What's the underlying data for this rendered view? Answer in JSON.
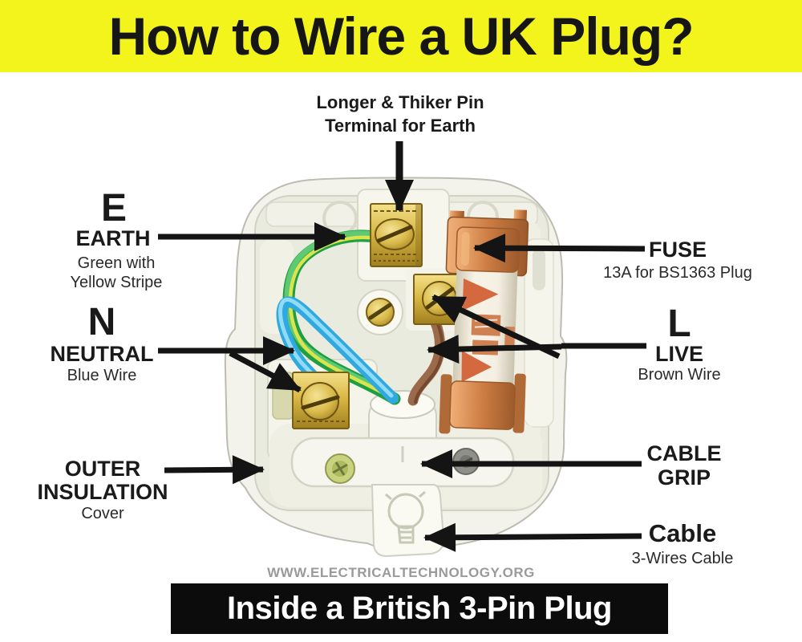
{
  "title": {
    "text": "How to Wire a UK Plug?"
  },
  "annotations": {
    "earth_pin_terminal": {
      "line1": "Longer & Thiker Pin",
      "line2": "Terminal for Earth"
    },
    "earth": {
      "symbol": "E",
      "name": "EARTH",
      "desc_line1": "Green with",
      "desc_line2": "Yellow Stripe"
    },
    "neutral": {
      "symbol": "N",
      "name": "NEUTRAL",
      "desc": "Blue Wire"
    },
    "outer_insulation": {
      "name_line1": "OUTER",
      "name_line2": "INSULATION",
      "desc": "Cover"
    },
    "fuse": {
      "name": "FUSE",
      "desc": "13A for BS1363 Plug"
    },
    "live": {
      "symbol": "L",
      "name": "LIVE",
      "desc": "Brown Wire"
    },
    "cable_grip": {
      "name_line1": "CABLE",
      "name_line2": "GRIP"
    },
    "cable": {
      "name": "Cable",
      "desc": "3-Wires Cable"
    }
  },
  "footer": {
    "website": "WWW.ELECTRICALTECHNOLOGY.ORG",
    "banner_text": "Inside a British 3-Pin Plug"
  },
  "colors": {
    "title_banner_bg": "#f2f41c",
    "title_text": "#161616",
    "footer_banner_bg": "#0c0c0c",
    "footer_banner_text": "#ffffff",
    "website_text": "#9a9a9a",
    "arrow_black": "#141414",
    "plug_body_white": "#f3f3eb",
    "earth_wire_green": "#1f9e44",
    "earth_wire_stripe_yellow": "#d9e44e",
    "neutral_wire_blue": "#2fa9e0",
    "live_wire_brown": "#9b6a4b",
    "brass_terminal": "#d4af37",
    "fuse_copper": "#cd7d43",
    "fuse_ceramic": "#f4efe2"
  }
}
